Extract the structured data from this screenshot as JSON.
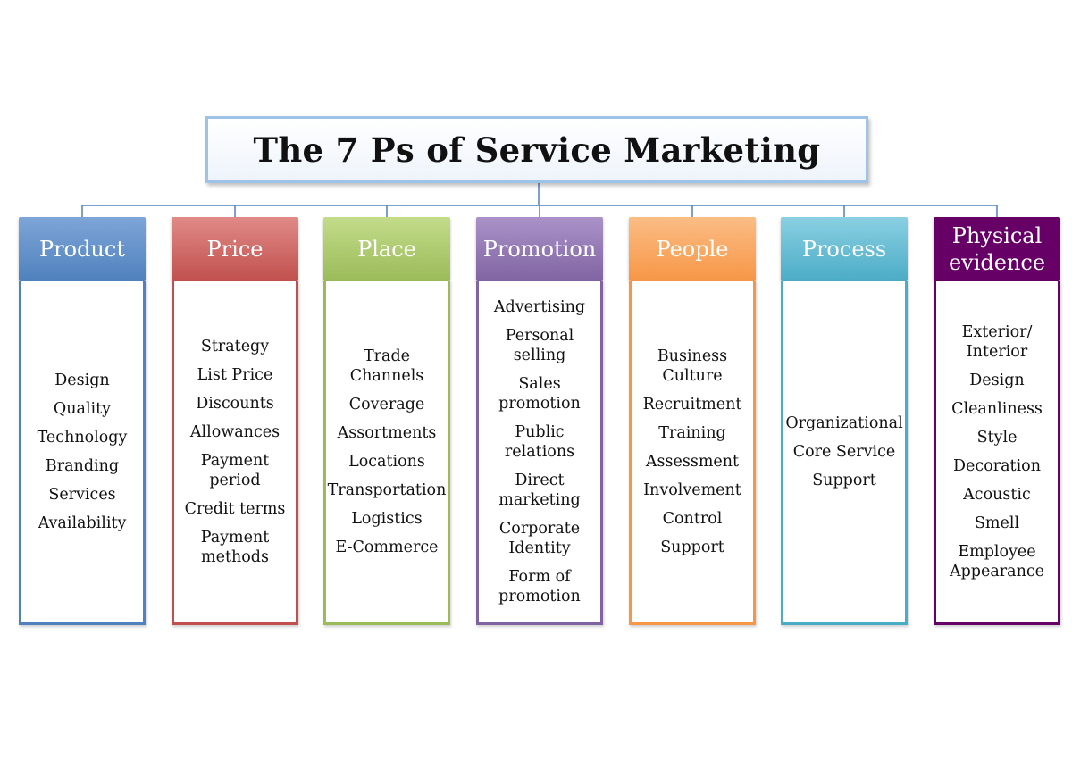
{
  "title": "The 7 Ps of Service Marketing",
  "columns": [
    {
      "header": "Product",
      "color": "#4f81bd",
      "light": "#7ea5d8",
      "items": [
        "Design",
        "Quality",
        "Technology",
        "Branding",
        "Services",
        "Availability"
      ]
    },
    {
      "header": "Price",
      "color": "#c0504d",
      "light": "#e08a87",
      "items": [
        "Strategy",
        "List Price",
        "Discounts",
        "Allowances",
        "Payment\nperiod",
        "Credit terms",
        "Payment\nmethods"
      ]
    },
    {
      "header": "Place",
      "color": "#9bbb59",
      "light": "#c3dc8a",
      "items": [
        "Trade\nChannels",
        "Coverage",
        "Assortments",
        "Locations",
        "Transportation",
        "Logistics",
        "E-Commerce"
      ]
    },
    {
      "header": "Promotion",
      "color": "#8064a2",
      "light": "#aa92c8",
      "items": [
        "Advertising",
        "Personal\nselling",
        "Sales\npromotion",
        "Public\nrelations",
        "Direct\nmarketing",
        "Corporate\nIdentity",
        "Form of\npromotion"
      ]
    },
    {
      "header": "People",
      "color": "#f79646",
      "light": "#fbbd85",
      "items": [
        "Business\nCulture",
        "Recruitment",
        "Training",
        "Assessment",
        "Involvement",
        "Control",
        "Support"
      ]
    },
    {
      "header": "Process",
      "color": "#4bacc6",
      "light": "#8ad0e2",
      "items": [
        "Organizational",
        "Core Service",
        "Support"
      ]
    },
    {
      "header": "Physical\nevidence",
      "color": "#660066",
      "light": "#660066",
      "items": [
        "Exterior/\nInterior",
        "Design",
        "Cleanliness",
        "Style",
        "Decoration",
        "Acoustic",
        "Smell",
        "Employee\nAppearance"
      ]
    }
  ]
}
